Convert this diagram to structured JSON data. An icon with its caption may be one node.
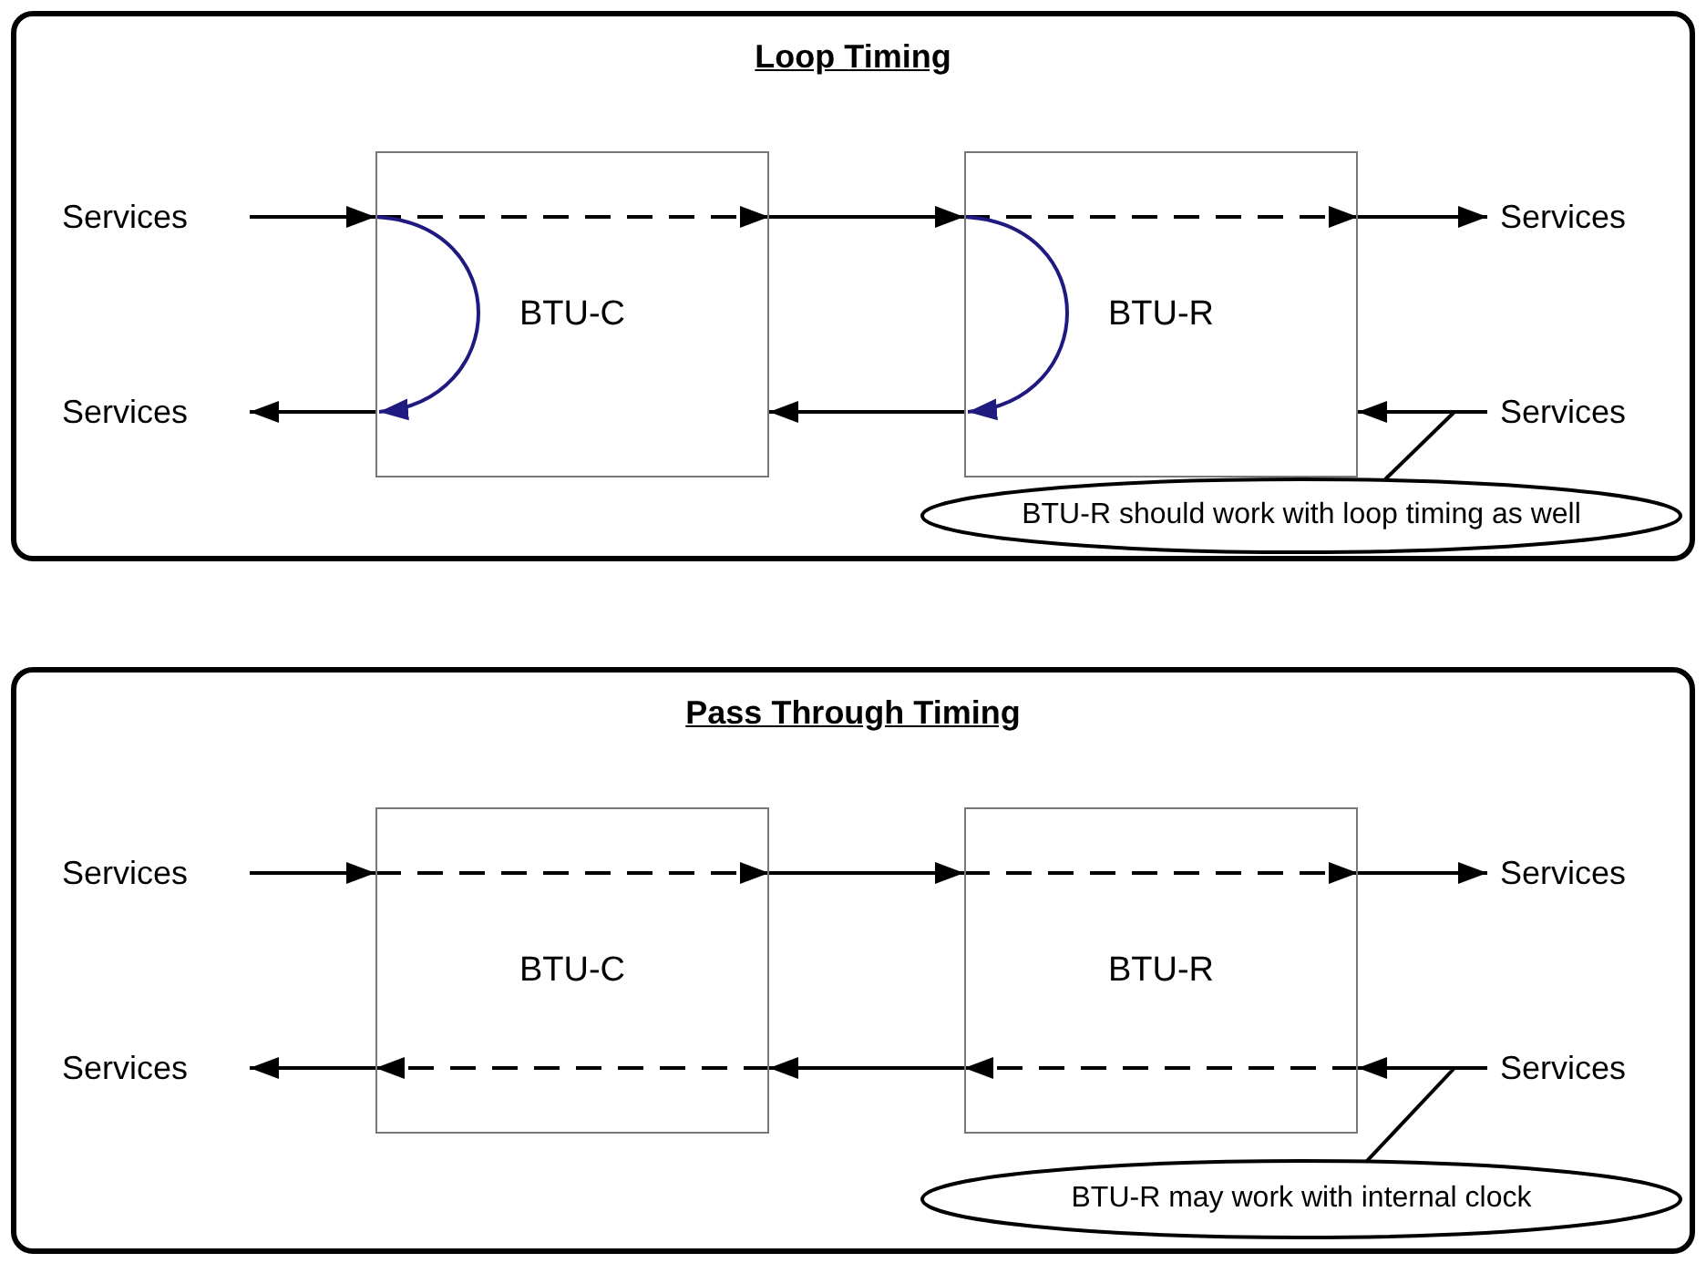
{
  "diagram": {
    "nodes": [
      {
        "text": [
          "Loop Timing"
        ]
      },
      {
        "text": [
          "Services"
        ],
        "in": 0
      },
      {
        "text": [
          "BTU-C"
        ],
        "in": 0
      },
      {
        "text": [
          "BTU-R"
        ],
        "in": 0
      },
      {
        "text": [
          "Services"
        ],
        "in": 0
      },
      {
        "text": [
          "Services"
        ],
        "in": 0
      },
      {
        "text": [
          "Services"
        ],
        "in": 0
      },
      {
        "text": [
          "BTU-R should work with loop timing as well"
        ],
        "in": 0
      },
      {
        "text": [
          "Pass Through Timing"
        ]
      },
      {
        "text": [
          "Services"
        ],
        "in": 8
      },
      {
        "text": [
          "BTU-C"
        ],
        "in": 8
      },
      {
        "text": [
          "BTU-R"
        ],
        "in": 8
      },
      {
        "text": [
          "Services"
        ],
        "in": 8
      },
      {
        "text": [
          "Services"
        ],
        "in": 8
      },
      {
        "text": [
          "Services"
        ],
        "in": 8
      },
      {
        "text": [
          "BTU-R may work with internal clock"
        ],
        "in": 8
      }
    ],
    "edges": [
      {
        "from": 1,
        "to": 2,
        "arrow": "to"
      },
      {
        "from": 2,
        "to": 2,
        "arrow": "to",
        "style": "dashed"
      },
      {
        "from": 2,
        "to": 3,
        "arrow": "to"
      },
      {
        "from": 3,
        "to": 3,
        "arrow": "to",
        "style": "dashed"
      },
      {
        "from": 3,
        "to": 4,
        "arrow": "to"
      },
      {
        "from": 2,
        "to": 2,
        "arrow": "to",
        "color": "#1f1a80"
      },
      {
        "from": 3,
        "to": 3,
        "arrow": "to",
        "color": "#1f1a80"
      },
      {
        "from": 6,
        "to": 3,
        "arrow": "to"
      },
      {
        "from": 3,
        "to": 2,
        "arrow": "to"
      },
      {
        "from": 2,
        "to": 5,
        "arrow": "to"
      },
      {
        "from": 7,
        "to": null,
        "arrow": "none"
      },
      {
        "from": 9,
        "to": 10,
        "arrow": "to"
      },
      {
        "from": 10,
        "to": 10,
        "arrow": "to",
        "style": "dashed"
      },
      {
        "from": 10,
        "to": 11,
        "arrow": "to"
      },
      {
        "from": 11,
        "to": 11,
        "arrow": "to",
        "style": "dashed"
      },
      {
        "from": 11,
        "to": 12,
        "arrow": "to"
      },
      {
        "from": 14,
        "to": 11,
        "arrow": "to"
      },
      {
        "from": 11,
        "to": 11,
        "arrow": "to",
        "style": "dashed"
      },
      {
        "from": 11,
        "to": 10,
        "arrow": "to"
      },
      {
        "from": 10,
        "to": 10,
        "arrow": "to",
        "style": "dashed"
      },
      {
        "from": 10,
        "to": 13,
        "arrow": "to"
      },
      {
        "from": 15,
        "to": null,
        "arrow": "none"
      }
    ]
  }
}
